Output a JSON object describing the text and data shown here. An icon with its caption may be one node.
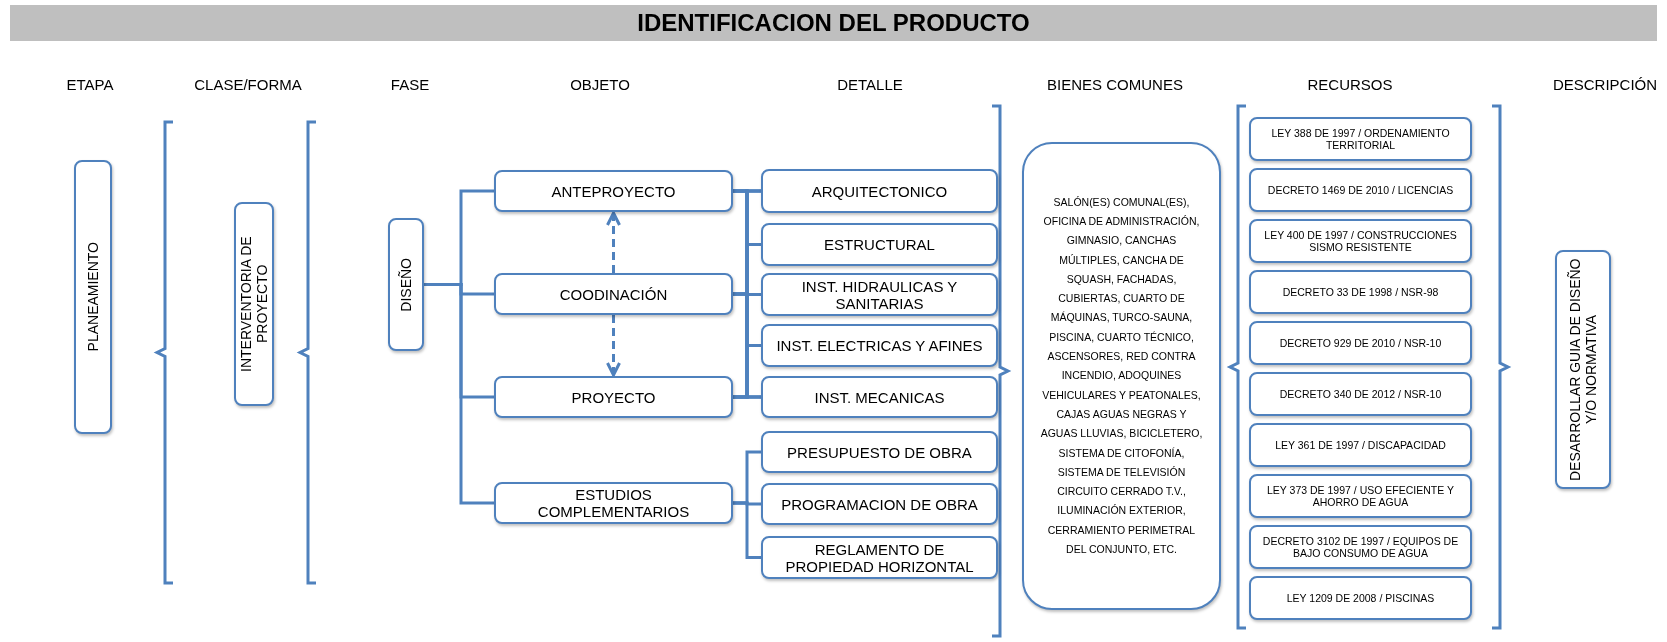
{
  "diagram": {
    "title": "IDENTIFICACION DEL PRODUCTO",
    "nodes": [
      {
        "text": [
          "PLANEAMIENTO"
        ]
      },
      {
        "text": [
          "INTERVENTORIA DE PROYECTO"
        ]
      },
      {
        "text": [
          "DISEÑO"
        ]
      },
      {
        "text": [
          "ANTEPROYECTO"
        ]
      },
      {
        "text": [
          "COODINACIÓN"
        ]
      },
      {
        "text": [
          "PROYECTO"
        ]
      },
      {
        "text": [
          "ESTUDIOS COMPLEMENTARIOS"
        ]
      },
      {
        "text": [
          "ARQUITECTONICO"
        ]
      },
      {
        "text": [
          "ESTRUCTURAL"
        ]
      },
      {
        "text": [
          "INST. HIDRAULICAS Y SANITARIAS"
        ]
      },
      {
        "text": [
          "INST. ELECTRICAS Y AFINES"
        ]
      },
      {
        "text": [
          "INST. MECANICAS"
        ]
      },
      {
        "text": [
          "PRESUPUESTO DE OBRA"
        ]
      },
      {
        "text": [
          "PROGRAMACION DE OBRA"
        ]
      },
      {
        "text": [
          "REGLAMENTO DE PROPIEDAD HORIZONTAL"
        ]
      },
      {
        "text": [
          "SALÓN(ES) COMUNAL(ES), OFICINA DE ADMINISTRACIÓN, GIMNASIO, CANCHAS MÚLTIPLES, CANCHA DE SQUASH, FACHADAS, CUBIERTAS, CUARTO DE MÁQUINAS, TURCO-SAUNA, PISCINA, CUARTO TÉCNICO, ASCENSORES, RED CONTRA INCENDIO, ADOQUINES VEHICULARES Y PEATONALES, CAJAS AGUAS NEGRAS Y AGUAS LLUVIAS, BICICLETERO, SISTEMA DE CITOFONÍA, SISTEMA DE TELEVISIÓN CIRCUITO CERRADO T.V., ILUMINACIÓN EXTERIOR, CERRAMIENTO PERIMETRAL DEL CONJUNTO, ETC."
        ]
      },
      {
        "text": [
          "LEY 388 DE 1997 / ORDENAMIENTO TERRITORIAL"
        ]
      },
      {
        "text": [
          "DECRETO 1469 DE 2010 / LICENCIAS"
        ]
      },
      {
        "text": [
          "LEY 400 DE 1997 / CONSTRUCCIONES SISMO RESISTENTE"
        ]
      },
      {
        "text": [
          "DECRETO 33 DE 1998 / NSR-98"
        ]
      },
      {
        "text": [
          "DECRETO 929 DE 2010 / NSR-10"
        ]
      },
      {
        "text": [
          "DECRETO 340 DE 2012 / NSR-10"
        ]
      },
      {
        "text": [
          "LEY 361 DE 1997 / DISCAPACIDAD"
        ]
      },
      {
        "text": [
          "LEY 373 DE 1997 / USO EFECIENTE Y AHORRO DE AGUA"
        ]
      },
      {
        "text": [
          "DECRETO 3102 DE 1997 / EQUIPOS DE BAJO CONSUMO DE AGUA"
        ]
      },
      {
        "text": [
          "LEY 1209 DE 2008 / PISCINAS"
        ]
      },
      {
        "text": [
          "DESARROLLAR GUIA DE DISEÑO Y/O NORMATIVA"
        ]
      }
    ],
    "edges": [
      {
        "from": 2,
        "to": 3,
        "arrow": "none"
      },
      {
        "from": 2,
        "to": 4,
        "arrow": "none"
      },
      {
        "from": 2,
        "to": 5,
        "arrow": "none"
      },
      {
        "from": 2,
        "to": 6,
        "arrow": "none"
      },
      {
        "from": 4,
        "to": 3,
        "arrow": "to",
        "style": "dashed"
      },
      {
        "from": 4,
        "to": 5,
        "arrow": "to",
        "style": "dashed"
      },
      {
        "from": 3,
        "to": 7,
        "arrow": "none"
      },
      {
        "from": 3,
        "to": 8,
        "arrow": "none"
      },
      {
        "from": 3,
        "to": 9,
        "arrow": "none"
      },
      {
        "from": 3,
        "to": 10,
        "arrow": "none"
      },
      {
        "from": 3,
        "to": 11,
        "arrow": "none"
      },
      {
        "from": 4,
        "to": 7,
        "arrow": "none"
      },
      {
        "from": 4,
        "to": 8,
        "arrow": "none"
      },
      {
        "from": 4,
        "to": 9,
        "arrow": "none"
      },
      {
        "from": 4,
        "to": 10,
        "arrow": "none"
      },
      {
        "from": 4,
        "to": 11,
        "arrow": "none"
      },
      {
        "from": 5,
        "to": 7,
        "arrow": "none"
      },
      {
        "from": 5,
        "to": 8,
        "arrow": "none"
      },
      {
        "from": 5,
        "to": 9,
        "arrow": "none"
      },
      {
        "from": 5,
        "to": 10,
        "arrow": "none"
      },
      {
        "from": 5,
        "to": 11,
        "arrow": "none"
      },
      {
        "from": 6,
        "to": 12,
        "arrow": "none"
      },
      {
        "from": 6,
        "to": 13,
        "arrow": "none"
      },
      {
        "from": 6,
        "to": 14,
        "arrow": "none"
      }
    ],
    "labels": [
      "ETAPA",
      "CLASE/FORMA",
      "FASE",
      "OBJETO",
      "DETALLE",
      "BIENES COMUNES",
      "RECURSOS",
      "DESCRIPCIÓN"
    ]
  }
}
